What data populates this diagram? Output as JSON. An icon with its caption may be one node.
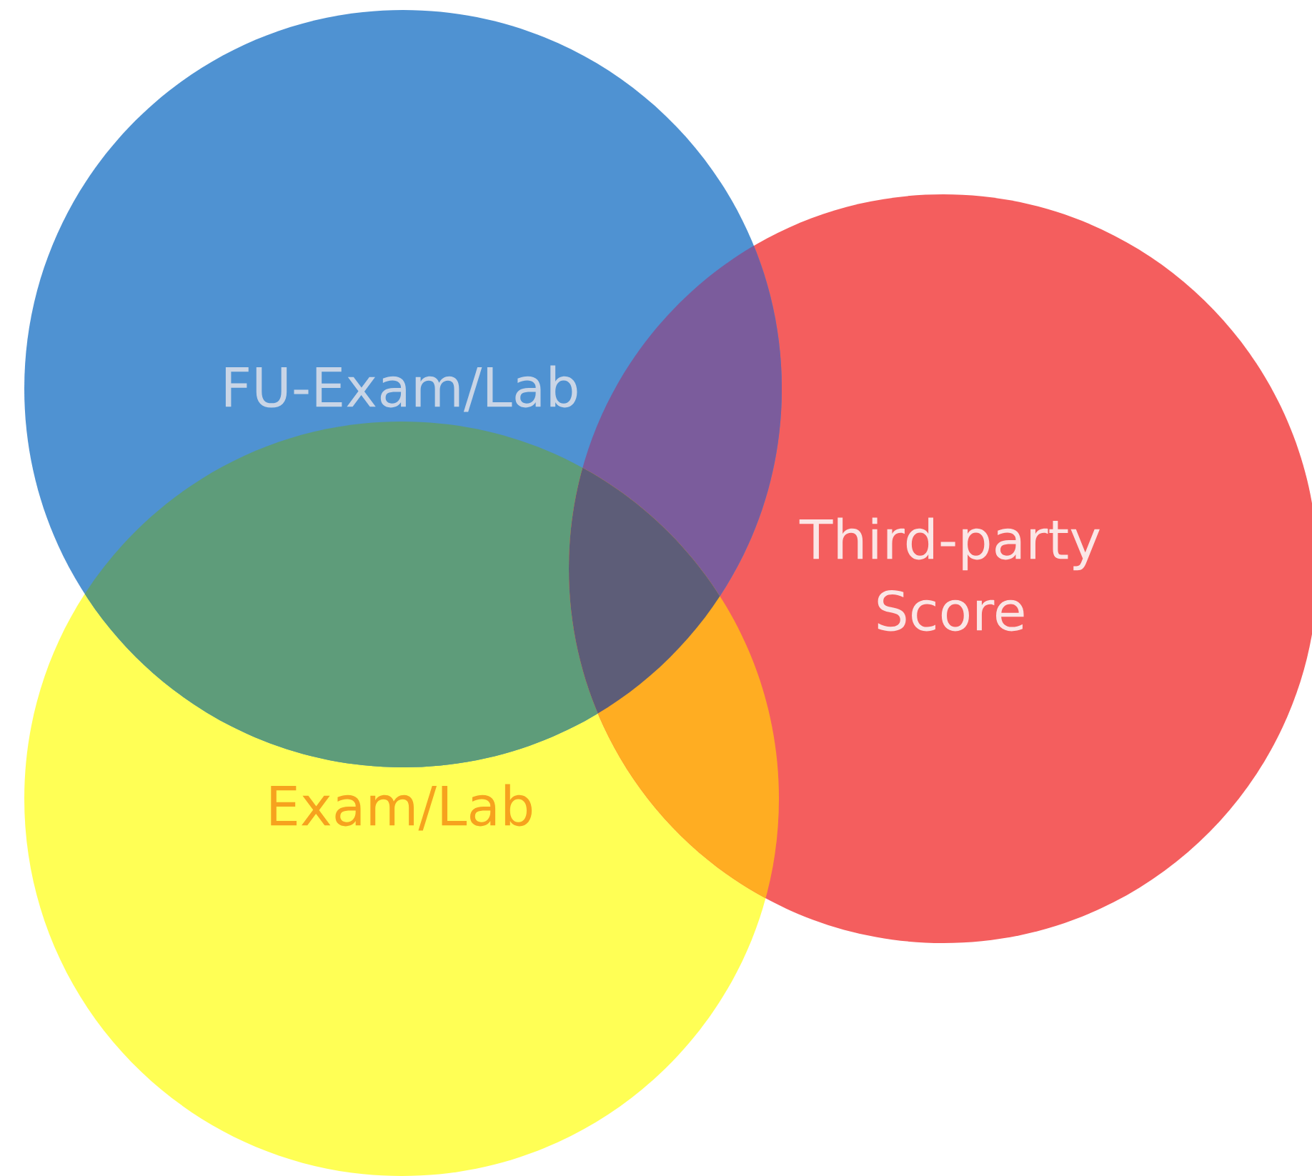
{
  "diagram": {
    "nodes": [
      {
        "text": [
          "FU-Exam/Lab"
        ]
      },
      {
        "text": [
          "Third-party Score"
        ]
      },
      {
        "text": [
          "Exam/Lab"
        ]
      }
    ]
  }
}
